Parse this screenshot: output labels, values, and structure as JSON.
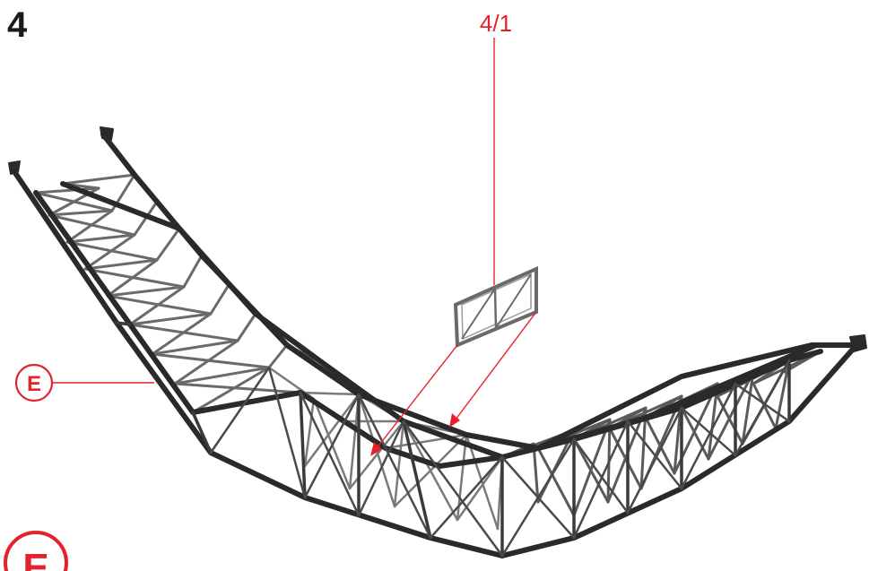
{
  "step": {
    "number": "4"
  },
  "callouts": {
    "part_label": "4/1",
    "side_label": "E",
    "corner_label": "E"
  },
  "colors": {
    "callout_red": "#e3222b",
    "truss_dark": "#2a2a2a",
    "truss_mid": "#5c5c5c",
    "truss_light": "#8a8a8a",
    "background": "#ffffff"
  }
}
